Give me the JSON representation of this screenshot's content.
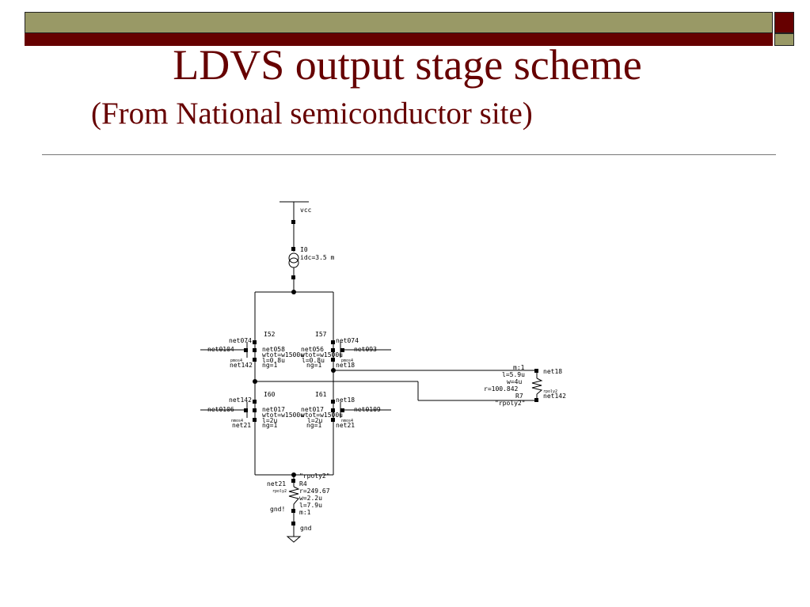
{
  "slide": {
    "title": "LDVS output stage scheme",
    "subtitle": "(From National semiconductor site)"
  },
  "colors": {
    "accent_dark_red": "#660000",
    "accent_olive": "#999966"
  },
  "schematic": {
    "labels": {
      "vcc": "vcc",
      "i0": "I0",
      "idc": "idc=3.5 m",
      "i52": "I52",
      "i57": "I57",
      "i60": "I60",
      "i61": "I61",
      "net074_l": "net074",
      "net074_r": "net074",
      "net0104": "net0104",
      "net093": "net093",
      "net058": "net058",
      "net056": "net056",
      "wtot_top": "wtot=w1500u",
      "wtot_top_r": "wtot=w1500u",
      "l08_l": "l=0.8u",
      "l08_r": "l=0.8u",
      "pmos_l": "pmos4",
      "pmos_r": "pmos4",
      "net142_l": "net142",
      "ng1_a": "ng=1",
      "ng1_b": "ng=1",
      "net18_mid": "net18",
      "net142_l2": "net142",
      "net18_r2": "net18",
      "net0106": "net0106",
      "net0109": "net0109",
      "net017_l": "net017",
      "net017_r": "net017",
      "wtot_bot": "wtot=w1500u",
      "wtot_bot_r": "wtot=w1500u",
      "l2_l": "l=2u",
      "l2_r": "l=2u",
      "nmos_l": "nmos4",
      "nmos_r": "nmos4",
      "net21_l": "net21",
      "ng1_c": "ng=1",
      "ng1_d": "ng=1",
      "net21_r": "net21",
      "r7_m": "m:1",
      "r7_l": "l=5.9u",
      "r7_w": "w=4u",
      "r7_r": "r=100.842",
      "r7_name": "R7",
      "r7_model": "\"rpoly2\"",
      "r7_net18": "net18",
      "r7_net142": "net142",
      "r7_rpoly": "rpoly2",
      "r4_model": "\"rpoly2\"",
      "r4_net21": "net21",
      "r4_name": "R4",
      "r4_r": "r=249.67",
      "r4_w": "w=2.2u",
      "r4_l": "l=7.9u",
      "r4_m": "m:1",
      "r4_rpoly": "rpoly2",
      "gnd_excl": "gnd!",
      "gnd": "gnd"
    }
  }
}
